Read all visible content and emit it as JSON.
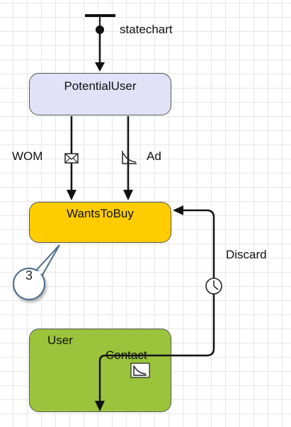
{
  "diagram": {
    "initial_label": "statechart",
    "states": {
      "potential_user": "PotentialUser",
      "wants_to_buy": "WantsToBuy",
      "user": "User"
    },
    "transitions": {
      "wom": "WOM",
      "ad": "Ad",
      "discard": "Discard",
      "contact": "Contact"
    },
    "callout_number": "3",
    "colors": {
      "potential_user_fill": "#e1e1f7",
      "wants_to_buy_fill": "#ffcc00",
      "user_fill": "#9ac43c",
      "callout_border": "#4a6b8c"
    },
    "icons": {
      "wom": "envelope-icon",
      "ad": "rate-icon",
      "discard": "clock-icon",
      "contact": "rate-icon"
    }
  }
}
